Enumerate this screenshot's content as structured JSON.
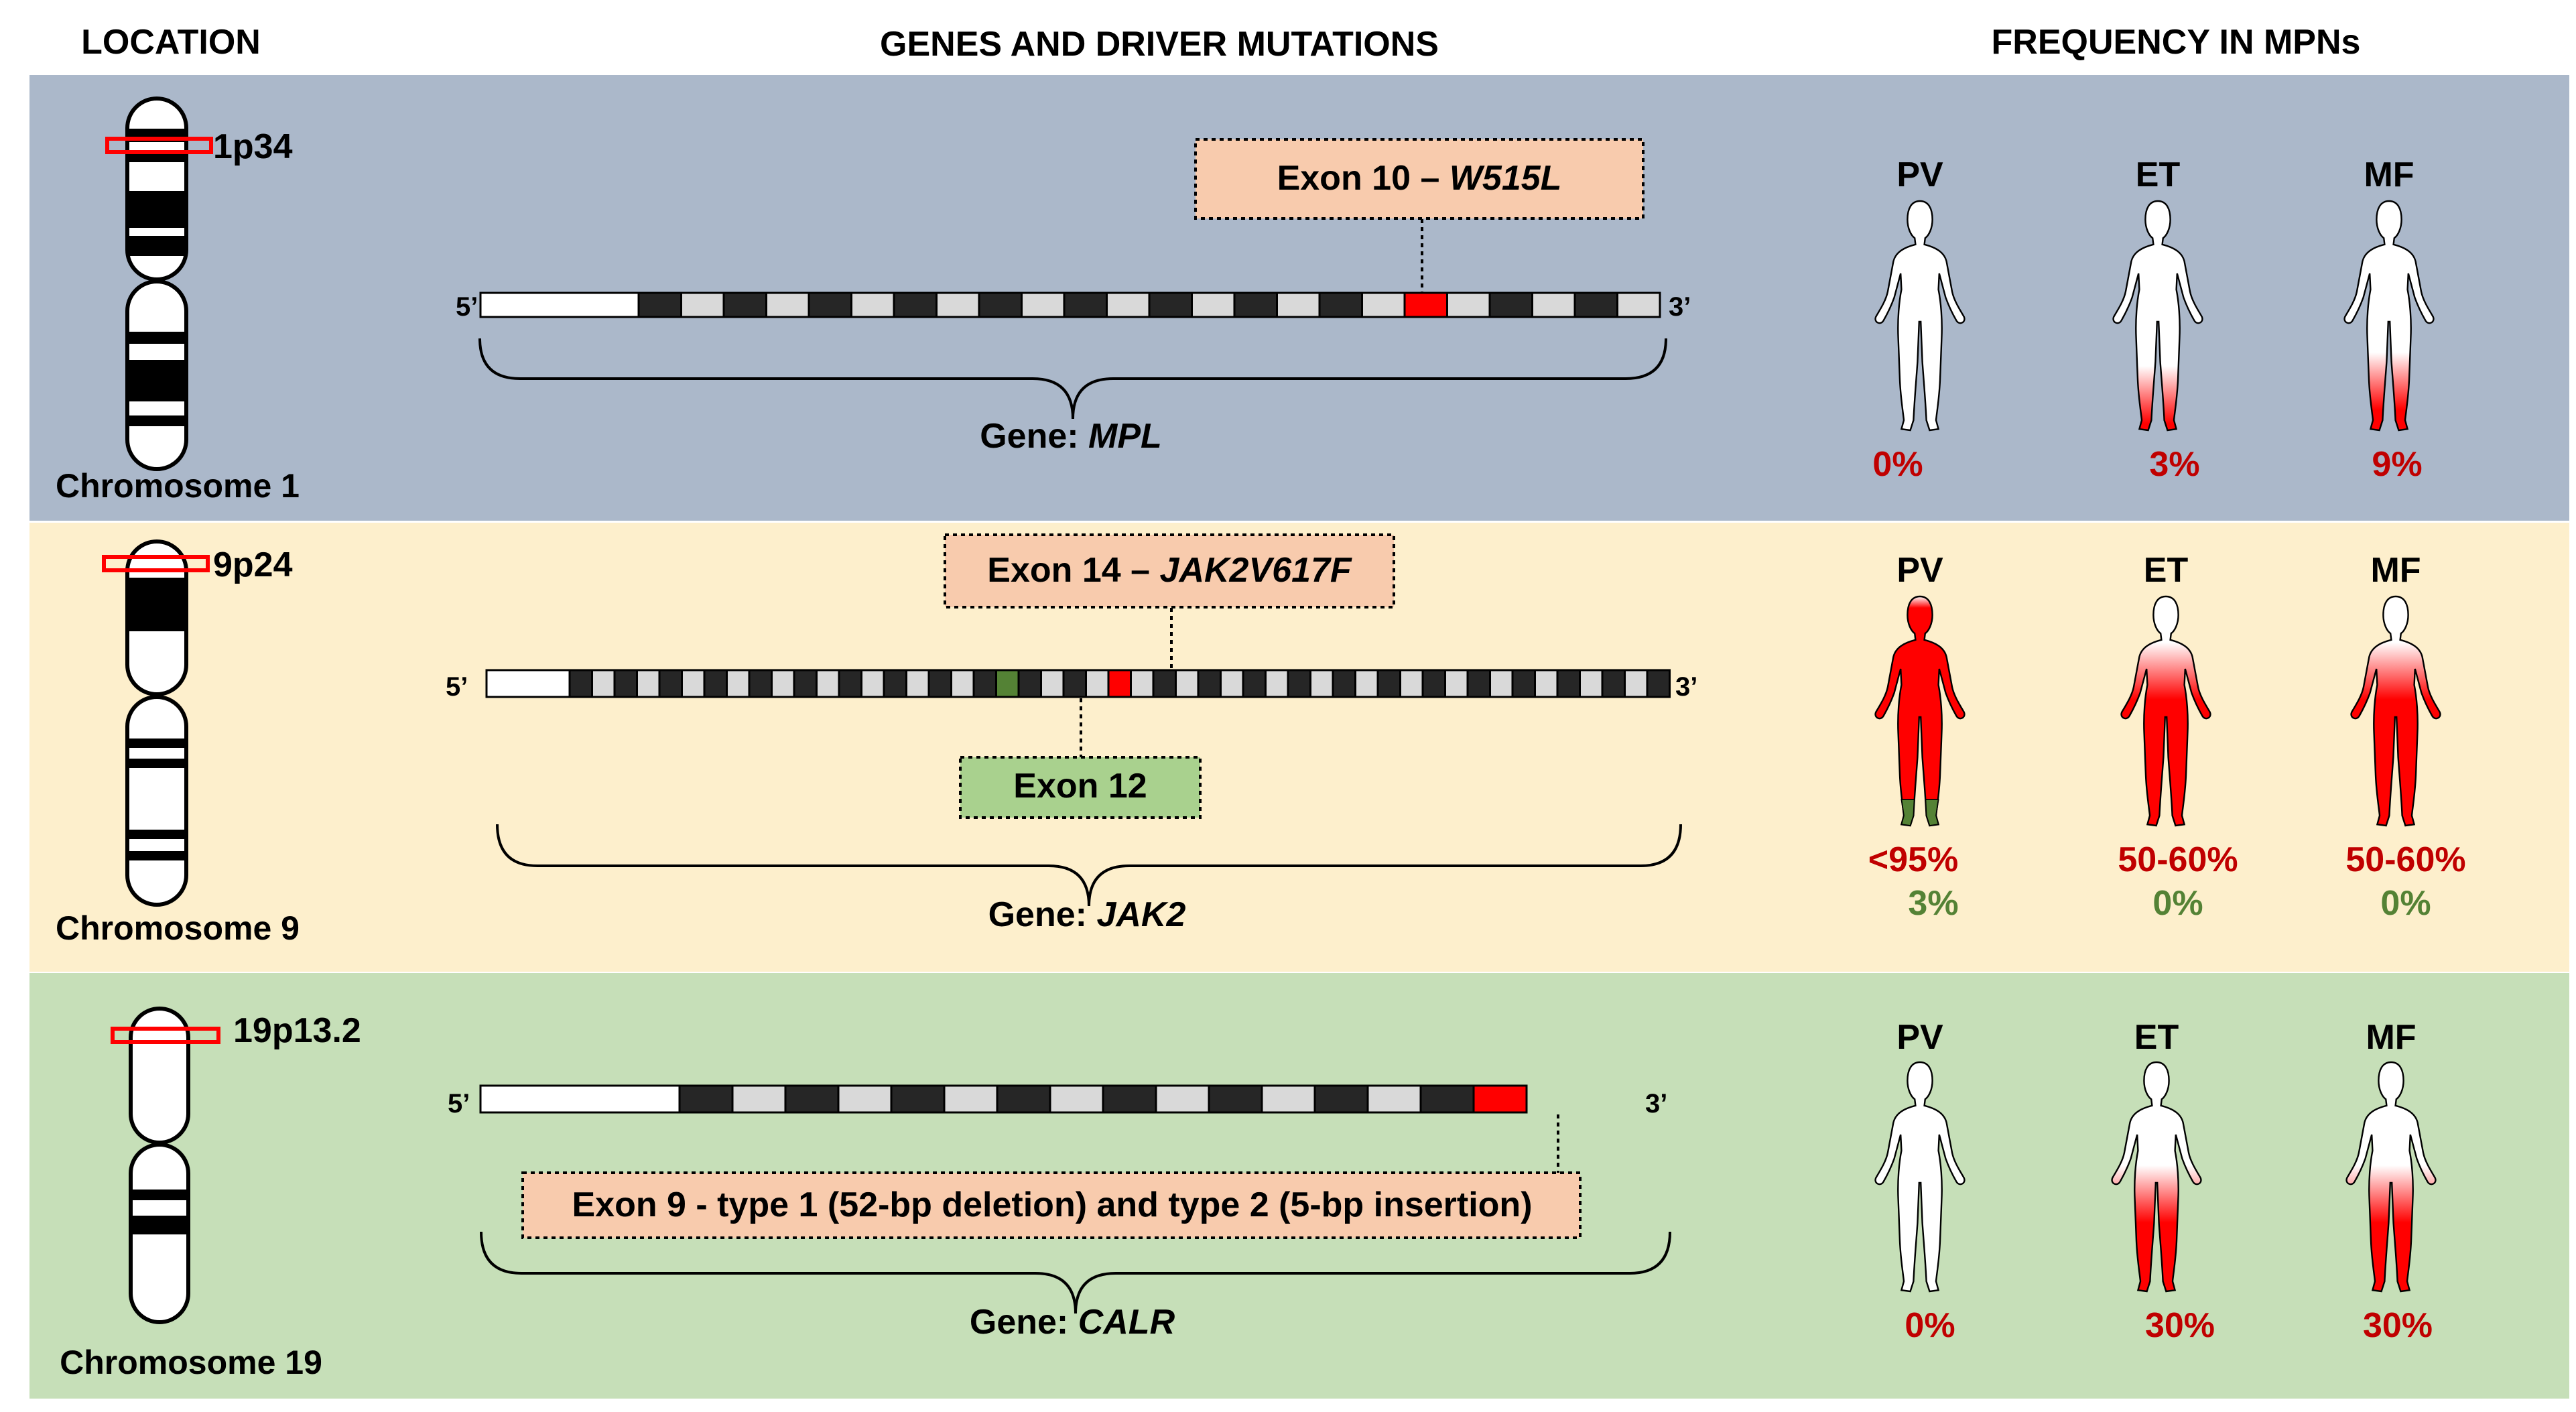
{
  "headers": {
    "location": "LOCATION",
    "genes": "GENES AND DRIVER MUTATIONS",
    "frequency": "FREQUENCY IN MPNs"
  },
  "colors": {
    "panel_mpl": "#abb8ca",
    "panel_jak2": "#fdefcc",
    "panel_calr": "#c6dfb8",
    "mutation_red": "#ff0000",
    "frequency_red": "#c00000",
    "exon12_green": "#548235",
    "exon12_box": "#a9d18e",
    "exon_box_salmon": "#f8cbad",
    "exon_dark": "#262626",
    "exon_light": "#d9d9d9"
  },
  "disease_labels": [
    "PV",
    "ET",
    "MF"
  ],
  "rows": [
    {
      "id": "mpl",
      "chromosome_label": "Chromosome 1",
      "band_label": "1p34",
      "gene_prefix": "Gene: ",
      "gene_name": "MPL",
      "prime5": "5’",
      "prime3": "3’",
      "exon_box_main": "Exon 10 – ",
      "exon_box_italic": "W515L",
      "secondary_box": "",
      "frequencies": [
        {
          "disease": "PV",
          "value": "0%",
          "secondary": "",
          "fill_level": 0.0
        },
        {
          "disease": "ET",
          "value": "3%",
          "secondary": "",
          "fill_level": 0.03
        },
        {
          "disease": "MF",
          "value": "9%",
          "secondary": "",
          "fill_level": 0.09
        }
      ]
    },
    {
      "id": "jak2",
      "chromosome_label": "Chromosome 9",
      "band_label": "9p24",
      "gene_prefix": "Gene: ",
      "gene_name": "JAK2",
      "prime5": "5’",
      "prime3": "3’",
      "exon_box_main": "Exon 14 – ",
      "exon_box_italic": "JAK2V617F",
      "secondary_box": "Exon 12",
      "frequencies": [
        {
          "disease": "PV",
          "value": "<95%",
          "secondary": "3%",
          "fill_level": 0.95
        },
        {
          "disease": "ET",
          "value": "50-60%",
          "secondary": "0%",
          "fill_level": 0.55
        },
        {
          "disease": "MF",
          "value": "50-60%",
          "secondary": "0%",
          "fill_level": 0.55
        }
      ]
    },
    {
      "id": "calr",
      "chromosome_label": "Chromosome 19",
      "band_label": "19p13.2",
      "gene_prefix": "Gene: ",
      "gene_name": "CALR",
      "prime5": "5’",
      "prime3": "3’",
      "exon_box_main": "Exon 9 - type 1 (52-bp deletion) and type 2 (5-bp insertion)",
      "exon_box_italic": "",
      "secondary_box": "",
      "frequencies": [
        {
          "disease": "PV",
          "value": "0%",
          "secondary": "",
          "fill_level": 0.0
        },
        {
          "disease": "ET",
          "value": "30%",
          "secondary": "",
          "fill_level": 0.3
        },
        {
          "disease": "MF",
          "value": "30%",
          "secondary": "",
          "fill_level": 0.3
        }
      ]
    }
  ]
}
